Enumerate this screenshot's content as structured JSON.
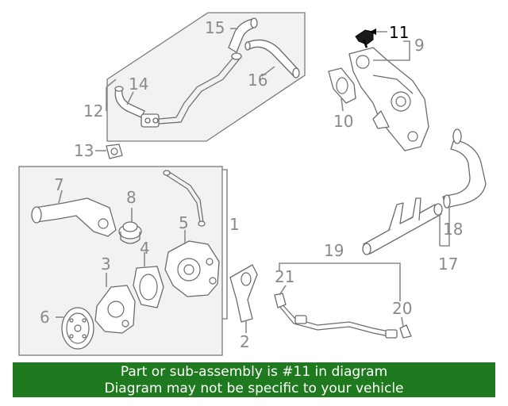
{
  "callouts": {
    "c1": "1",
    "c2": "2",
    "c3": "3",
    "c4": "4",
    "c5": "5",
    "c6": "6",
    "c7": "7",
    "c8": "8",
    "c9": "9",
    "c10": "10",
    "c11": "11",
    "c12": "12",
    "c13": "13",
    "c14": "14",
    "c15": "15",
    "c16": "16",
    "c17": "17",
    "c18": "18",
    "c19": "19",
    "c20": "20",
    "c21": "21"
  },
  "highlight_callout": "11",
  "colors": {
    "banner": "#1f7a1f",
    "highlight": "#000000",
    "callout": "#8a8a8a",
    "panel": "#f2f2f2"
  },
  "banner": {
    "line1": "Part or sub-assembly is #11 in diagram",
    "line2": "Diagram may not be specific to your vehicle"
  }
}
